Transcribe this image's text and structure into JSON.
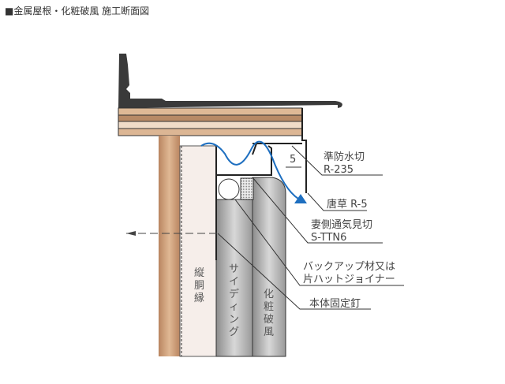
{
  "title": "■金属屋根・化粧破風 施工断面図",
  "labels": {
    "flashing_1": "準防水切",
    "flashing_2": "R-235",
    "karakusa": "唐草 R-5",
    "vent_1": "妻側通気見切",
    "vent_2": "S-TTN6",
    "backup_1": "バックアップ材又は",
    "backup_2": "片ハットジョイナー",
    "nail": "本体固定釘",
    "dimension": "5"
  },
  "vertical_labels": {
    "furring": [
      "縦",
      "胴",
      "縁"
    ],
    "siding": [
      "サ",
      "イ",
      "デ",
      "ィ",
      "ン",
      "グ"
    ],
    "fascia": [
      "化",
      "粧",
      "破",
      "風"
    ]
  },
  "colors": {
    "roof": "#3a3a3a",
    "wood": "#c99a74",
    "seal": "#1e6fc0",
    "siding": "#b5b5b5"
  }
}
